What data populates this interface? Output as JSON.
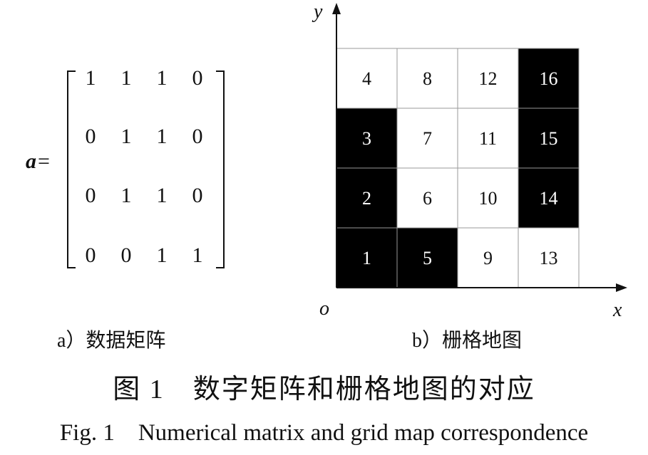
{
  "matrix": {
    "label": "a",
    "equals": "=",
    "rows": [
      [
        "1",
        "1",
        "1",
        "0"
      ],
      [
        "0",
        "1",
        "1",
        "0"
      ],
      [
        "0",
        "1",
        "1",
        "0"
      ],
      [
        "0",
        "0",
        "1",
        "1"
      ]
    ],
    "caption": "a）数据矩阵"
  },
  "grid_map": {
    "caption": "b）栅格地图",
    "y_axis_label": "y",
    "x_axis_label": "x",
    "origin_label": "o",
    "rows": [
      [
        {
          "n": "4",
          "filled": false
        },
        {
          "n": "8",
          "filled": false
        },
        {
          "n": "12",
          "filled": false
        },
        {
          "n": "16",
          "filled": true
        }
      ],
      [
        {
          "n": "3",
          "filled": true
        },
        {
          "n": "7",
          "filled": false
        },
        {
          "n": "11",
          "filled": false
        },
        {
          "n": "15",
          "filled": true
        }
      ],
      [
        {
          "n": "2",
          "filled": true
        },
        {
          "n": "6",
          "filled": false
        },
        {
          "n": "10",
          "filled": false
        },
        {
          "n": "14",
          "filled": true
        }
      ],
      [
        {
          "n": "1",
          "filled": true
        },
        {
          "n": "5",
          "filled": true
        },
        {
          "n": "9",
          "filled": false
        },
        {
          "n": "13",
          "filled": false
        }
      ]
    ],
    "colors": {
      "filled": "#000000",
      "empty": "#ffffff",
      "filled_text": "#ffffff",
      "empty_text": "#111111",
      "grid_line": "#999999"
    }
  },
  "figure": {
    "caption_cn": "图 1　数字矩阵和栅格地图的对应",
    "caption_en": "Fig. 1　Numerical matrix and grid map correspondence"
  }
}
